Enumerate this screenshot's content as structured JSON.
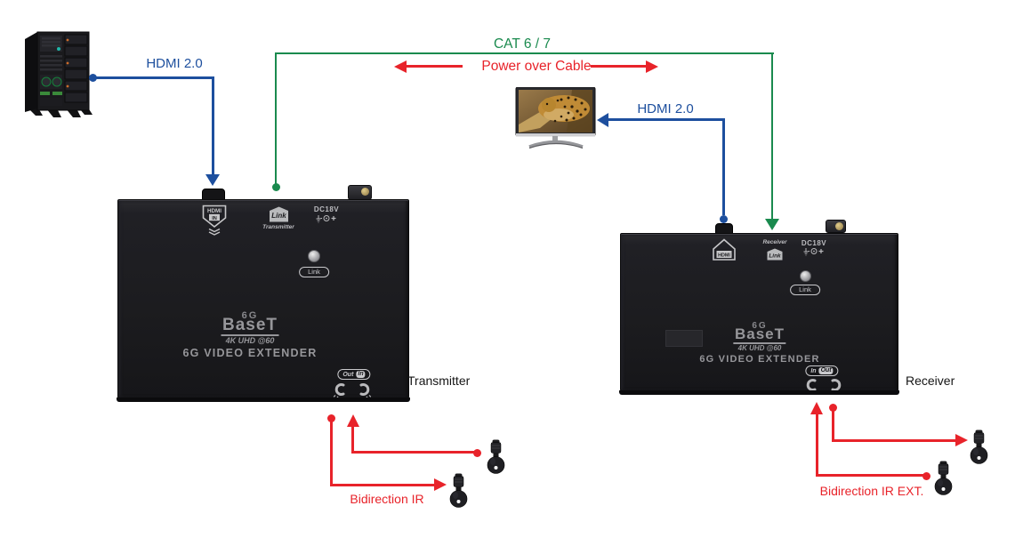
{
  "labels": {
    "hdmi_source": "HDMI 2.0",
    "hdmi_display": "HDMI 2.0",
    "cat_cable": "CAT 6 / 7",
    "power_over_cable": "Power over Cable",
    "transmitter_caption": "Transmitter",
    "receiver_caption": "Receiver",
    "bidirection_ir": "Bidirection IR",
    "bidirection_ir_ext": "Bidirection IR EXT."
  },
  "colors": {
    "hdmi_blue": "#1d4f9e",
    "cat_green": "#1a8a4e",
    "ir_red": "#e8232a"
  },
  "transmitter": {
    "hdmi_icon_line1": "HDMI",
    "hdmi_icon_line2": "IN",
    "link_badge": "Link",
    "role": "Transmitter",
    "power_label": "DC18V",
    "led_label": "Link",
    "logo_6g": "6G",
    "logo_baset": "BaseT",
    "logo_uhd": "4K UHD @60",
    "logo_product": "6G VIDEO EXTENDER",
    "ir_first": "Out",
    "ir_second": "In"
  },
  "receiver": {
    "hdmi_icon": "HDMI",
    "link_badge": "Link",
    "role": "Receiver",
    "power_label": "DC18V",
    "led_label": "Link",
    "logo_6g": "6G",
    "logo_baset": "BaseT",
    "logo_uhd": "4K UHD @60",
    "logo_product": "6G VIDEO EXTENDER",
    "ir_first": "In",
    "ir_second": "Out"
  }
}
